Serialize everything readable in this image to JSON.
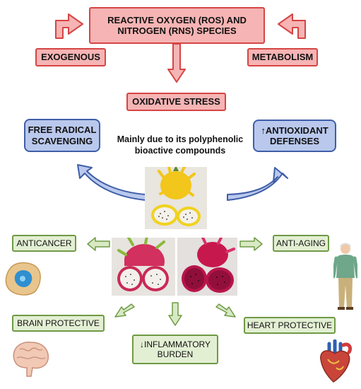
{
  "title": "REACTIVE OXYGEN (ROS) AND NITROGEN (RNS) SPECIES",
  "sources": {
    "left": "EXOGENOUS",
    "right": "METABOLISM"
  },
  "stress": "OXIDATIVE STRESS",
  "mechanisms": {
    "left": "FREE RADICAL SCAVENGING",
    "right": "↑ANTIOXIDANT DEFENSES"
  },
  "center_text": "Mainly due to its polyphenolic bioactive compounds",
  "effects": {
    "anticancer": "ANTICANCER",
    "anti_aging": "ANTI-AGING",
    "brain": "BRAIN PROTECTIVE",
    "inflammatory": "↓INFLAMMATORY BURDEN",
    "heart": "HEART PROTECTIVE"
  },
  "colors": {
    "red_fill": "#f6b4b4",
    "red_border": "#d64545",
    "blue_fill": "#b9c8ec",
    "blue_border": "#3f5ea8",
    "green_fill": "#e3efd3",
    "green_border": "#6f9a45"
  }
}
